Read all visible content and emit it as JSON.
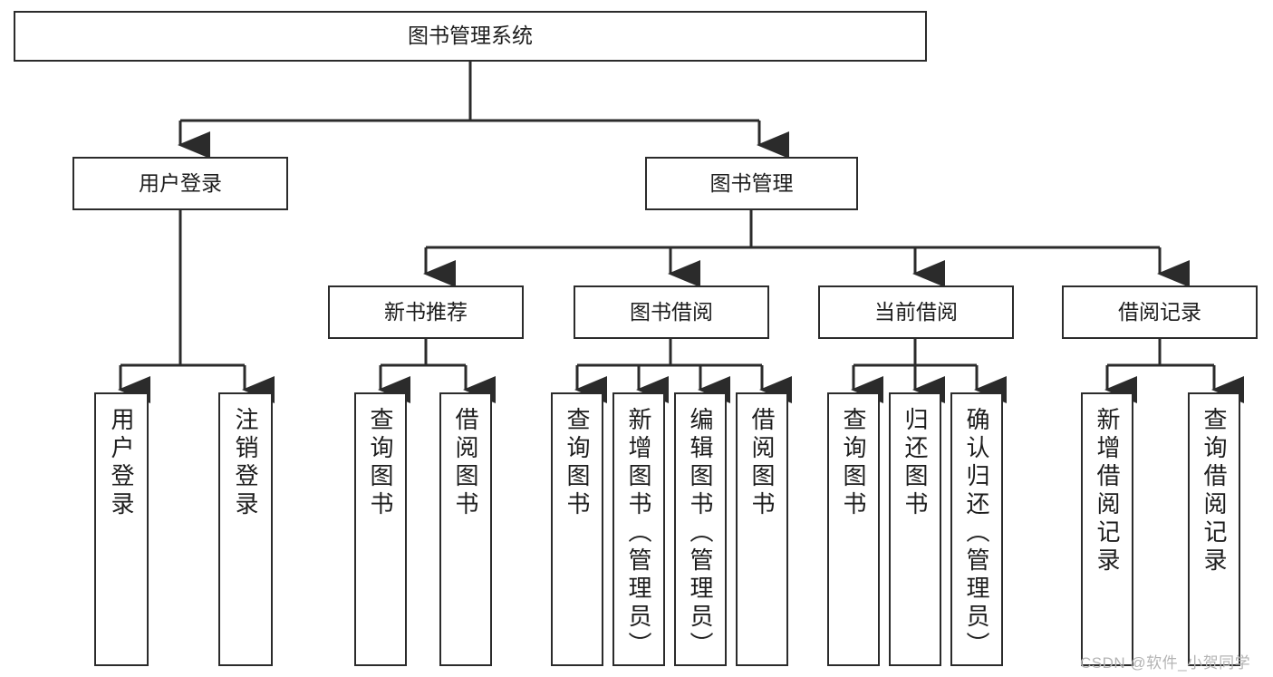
{
  "diagram": {
    "title": "图书管理系统",
    "type": "hierarchy-tree",
    "levels": 4,
    "root": {
      "label": "图书管理系统"
    },
    "level2": [
      {
        "label": "用户登录"
      },
      {
        "label": "图书管理"
      }
    ],
    "level3": [
      {
        "label": "新书推荐"
      },
      {
        "label": "图书借阅"
      },
      {
        "label": "当前借阅"
      },
      {
        "label": "借阅记录"
      }
    ],
    "leaves": {
      "user_login": [
        {
          "label": "用户登录"
        },
        {
          "label": "注销登录"
        }
      ],
      "new_book_recommend": [
        {
          "label": "查询图书"
        },
        {
          "label": "借阅图书"
        }
      ],
      "book_borrow": [
        {
          "label": "查询图书"
        },
        {
          "label": "新增图书（管理员）"
        },
        {
          "label": "编辑图书（管理员）"
        },
        {
          "label": "借阅图书"
        }
      ],
      "current_borrow": [
        {
          "label": "查询图书"
        },
        {
          "label": "归还图书"
        },
        {
          "label": "确认归还（管理员）"
        }
      ],
      "borrow_record": [
        {
          "label": "新增借阅记录"
        },
        {
          "label": "查询借阅记录"
        }
      ]
    }
  },
  "watermark": {
    "text": "CSDN @软件_小贺同学"
  },
  "colors": {
    "stroke": "#2b2b2b",
    "box_fill": "#ffffff",
    "text": "#1d1d1d",
    "watermark": "#b4b4b4"
  }
}
